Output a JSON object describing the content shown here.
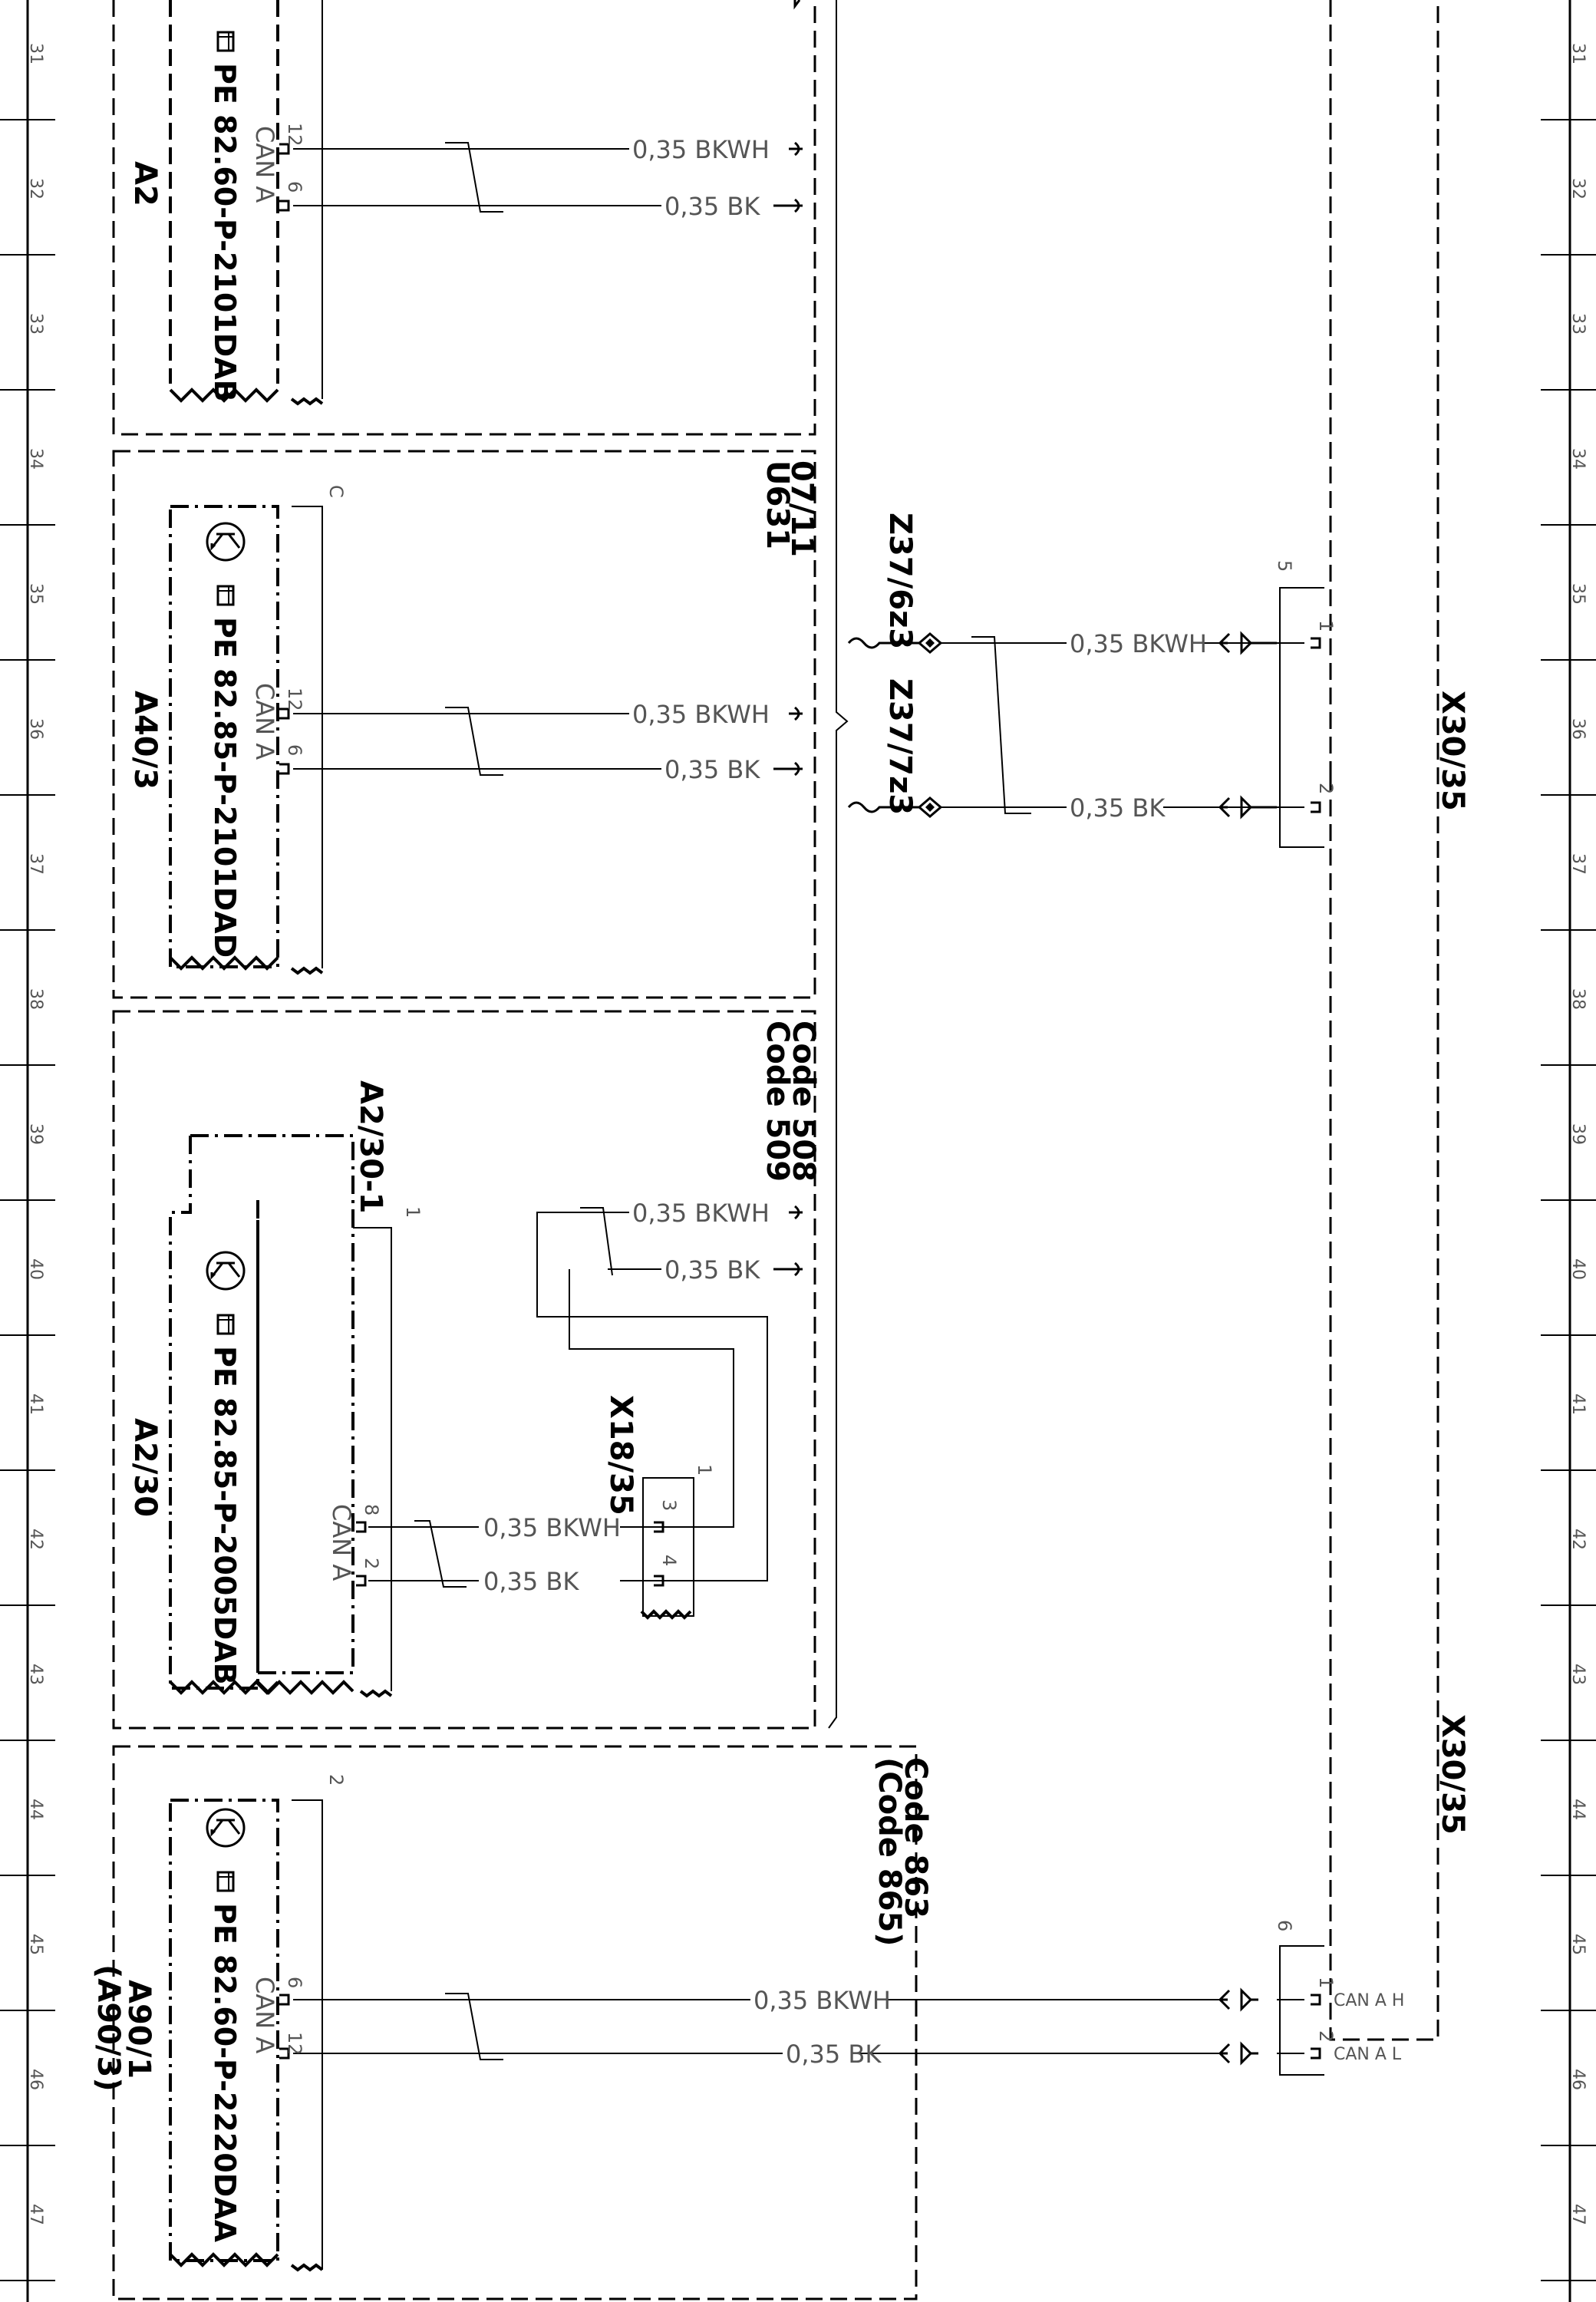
{
  "ruler": {
    "rows": [
      "31",
      "32",
      "33",
      "34",
      "35",
      "36",
      "37",
      "38",
      "39",
      "40",
      "41",
      "42",
      "43",
      "44",
      "45",
      "46",
      "47"
    ]
  },
  "modules": {
    "a2": {
      "id": "A2",
      "doc_ref": "PE 82.60-P-2101DAB",
      "bus_label": "CAN A",
      "pins": [
        "12",
        "6"
      ]
    },
    "a40_3": {
      "id": "A40/3",
      "doc_ref": "PE 82.85-P-2101DAD",
      "bus_label": "CAN A",
      "pins": [
        "12",
        "6"
      ],
      "shield_pin": "C",
      "ref_grid": "07/11",
      "ref_id": "U631"
    },
    "a2_30": {
      "id": "A2/30",
      "sub_id": "A2/30-1",
      "doc_ref": "PE 82.85-P-2005DAB",
      "bus_label": "CAN A",
      "pins": [
        "8",
        "2"
      ],
      "pin_top": "1",
      "code_a": "Code 508",
      "code_b": "Code 509"
    },
    "a90_1": {
      "id": "A90/1",
      "alt_id": "(A90/3)",
      "doc_ref": "PE 82.60-P-2220DAA",
      "bus_label": "CAN A",
      "pins": [
        "6",
        "12"
      ],
      "pin_top": "2",
      "code_a": "Code 863",
      "code_b": "(Code 865)"
    }
  },
  "wires": {
    "bkwh": "0,35 BKWH",
    "bk": "0,35 BK"
  },
  "connectors": {
    "x18_35": {
      "id": "X18/35",
      "pins": [
        "1",
        "3",
        "4"
      ]
    },
    "x30_35": {
      "id": "X30/35",
      "pins_top": [
        "5",
        "1",
        "2"
      ],
      "pins_bottom": [
        "6",
        "1",
        "2"
      ],
      "can_h": "CAN A H",
      "can_l": "CAN A L"
    },
    "z37_6z3": {
      "id": "Z37/6z3"
    },
    "z37_7z3": {
      "id": "Z37/7z3"
    }
  },
  "colors": {
    "ink": "#000000",
    "gray_text": "#555555"
  },
  "icons": [
    "book-hand-icon",
    "transistor-icon"
  ]
}
